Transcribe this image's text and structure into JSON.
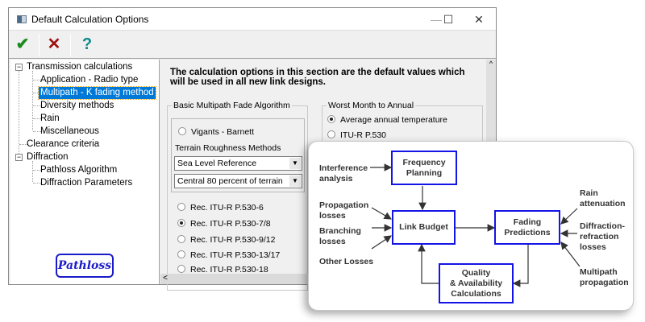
{
  "window": {
    "title": "Default Calculation Options",
    "controls": {
      "minimize": "—",
      "maximize": "☐",
      "close": "✕"
    }
  },
  "toolbar": {
    "ok": {
      "icon": "checkmark-icon",
      "glyph": "✔",
      "color": "#1a8a1a"
    },
    "cancel": {
      "icon": "x-icon",
      "glyph": "✕",
      "color": "#a01010"
    },
    "help": {
      "icon": "question-icon",
      "glyph": "?",
      "color": "#0a8a8a"
    }
  },
  "tree": {
    "items": [
      {
        "label": "Transmission calculations",
        "level": 0,
        "expander": "−"
      },
      {
        "label": "Application - Radio type",
        "level": 1
      },
      {
        "label": "Multipath - K fading method",
        "level": 1,
        "selected": true
      },
      {
        "label": "Diversity methods",
        "level": 1
      },
      {
        "label": "Rain",
        "level": 1
      },
      {
        "label": "Miscellaneous",
        "level": 1
      },
      {
        "label": "Clearance criteria",
        "level": 0
      },
      {
        "label": "Diffraction",
        "level": 0,
        "expander": "−"
      },
      {
        "label": "Pathloss Algorithm",
        "level": 1
      },
      {
        "label": "Diffraction Parameters",
        "level": 1
      }
    ],
    "logo": "Pathloss"
  },
  "panel": {
    "intro": "The calculation options in this section are the default values which will be used in all new link designs.",
    "basic_group": {
      "legend": "Basic Multipath Fade Algorithm",
      "vigants": {
        "label": "Vigants - Barnett",
        "checked": false
      },
      "terrain_label": "Terrain Roughness Methods",
      "select1": "Sea Level Reference",
      "select2": "Central 80 percent of terrain",
      "options": [
        {
          "label": "Rec. ITU-R P.530-6",
          "checked": false
        },
        {
          "label": "Rec. ITU-R P.530-7/8",
          "checked": true
        },
        {
          "label": "Rec. ITU-R P.530-9/12",
          "checked": false
        },
        {
          "label": "Rec. ITU-R P.530-13/17",
          "checked": false
        },
        {
          "label": "Rec. ITU-R P.530-18",
          "checked": false
        }
      ]
    },
    "worst_group": {
      "legend": "Worst Month to Annual",
      "options": [
        {
          "label": "Average annual temperature",
          "checked": true
        },
        {
          "label": "ITU-R P.530",
          "checked": false
        }
      ]
    },
    "scroll": {
      "up": "^",
      "left": "<"
    }
  },
  "diagram": {
    "box_color": "#1414e6",
    "boxes": {
      "frequency": "Frequency\nPlanning",
      "link_budget": "Link Budget",
      "fading": "Fading\nPredictions",
      "quality": "Quality\n& Availability\nCalculations"
    },
    "inputs": {
      "interference": "Interference\nanalysis",
      "propagation": "Propagation\nlosses",
      "branching": "Branching\nlosses",
      "other": "Other Losses",
      "rain": "Rain\nattenuation",
      "diffraction": "Diffraction-\nrefraction\nlosses",
      "multipath": "Multipath\npropagation"
    }
  }
}
